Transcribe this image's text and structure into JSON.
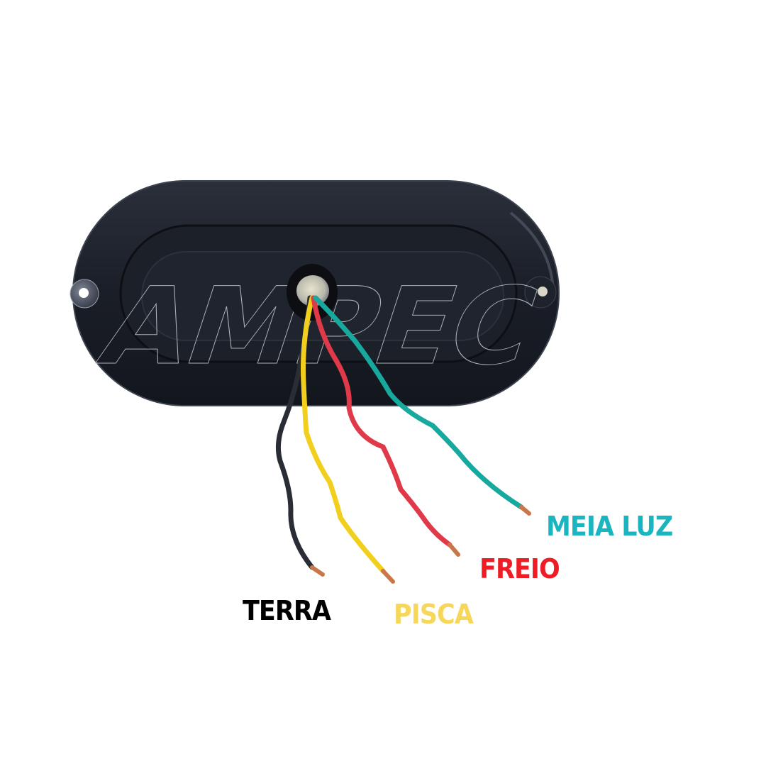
{
  "product": {
    "description": "Oval trailer tail light, rear view, with four wires",
    "housing_color": "#1b1f28",
    "watermark": "AMPEC"
  },
  "wires": [
    {
      "id": "terra",
      "label": "TERRA",
      "wire_color": "#2a2d36",
      "label_color": "#000000"
    },
    {
      "id": "pisca",
      "label": "PISCA",
      "wire_color": "#f2cf1d",
      "label_color": "#f6d75a"
    },
    {
      "id": "freio",
      "label": "FREIO",
      "wire_color": "#e0394a",
      "label_color": "#ee1c25"
    },
    {
      "id": "meia_luz",
      "label": "MEIA LUZ",
      "wire_color": "#17a99e",
      "label_color": "#1bb5c0"
    }
  ]
}
